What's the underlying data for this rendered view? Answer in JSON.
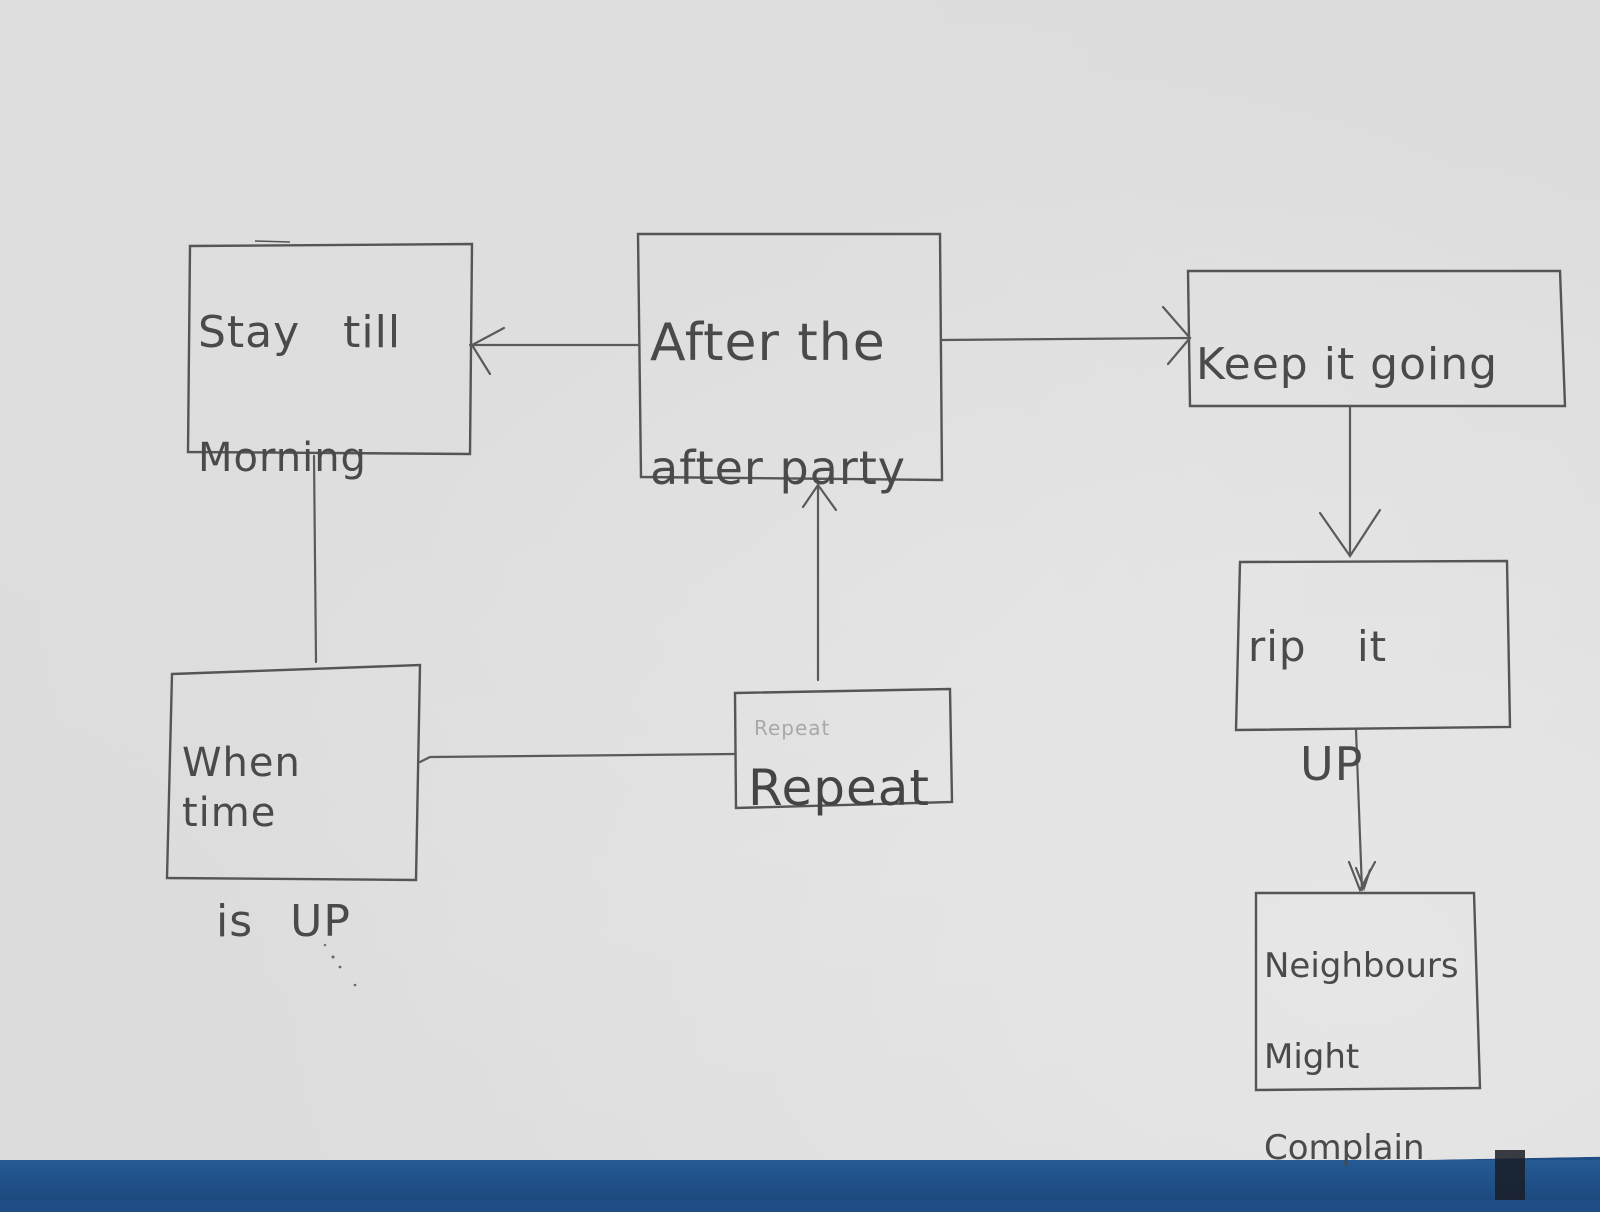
{
  "diagram": {
    "type": "hand-drawn flowchart on paper",
    "colors": {
      "paper": "#dcdcdc",
      "ink": "#555555",
      "background_desk": "#1f4e86"
    },
    "nodes": [
      {
        "id": "stay_till_morning",
        "line1": "Stay till",
        "line2": "Morning"
      },
      {
        "id": "after_the_after_party",
        "line1": "After the",
        "line2": "after party"
      },
      {
        "id": "keep_it_going",
        "line1": "Keep it going",
        "line2": ""
      },
      {
        "id": "rip_it_up",
        "line1": "rip it",
        "line2": "UP"
      },
      {
        "id": "neighbours_might_complain",
        "line1": "Neighbours",
        "line2": "Might",
        "line3": "Complain"
      },
      {
        "id": "when_time_is_up",
        "line1": "When time",
        "line2": "is UP"
      },
      {
        "id": "repeat",
        "line1": "Repeat",
        "crossed_out_text": "Repeat"
      }
    ],
    "edges": [
      {
        "from": "after_the_after_party",
        "to": "stay_till_morning",
        "arrow": true
      },
      {
        "from": "after_the_after_party",
        "to": "keep_it_going",
        "arrow": true
      },
      {
        "from": "keep_it_going",
        "to": "rip_it_up",
        "arrow": true
      },
      {
        "from": "rip_it_up",
        "to": "neighbours_might_complain",
        "arrow": true
      },
      {
        "from": "stay_till_morning",
        "to": "when_time_is_up",
        "arrow": false
      },
      {
        "from": "when_time_is_up",
        "to": "repeat",
        "arrow": false
      },
      {
        "from": "repeat",
        "to": "after_the_after_party",
        "arrow": true
      }
    ]
  }
}
